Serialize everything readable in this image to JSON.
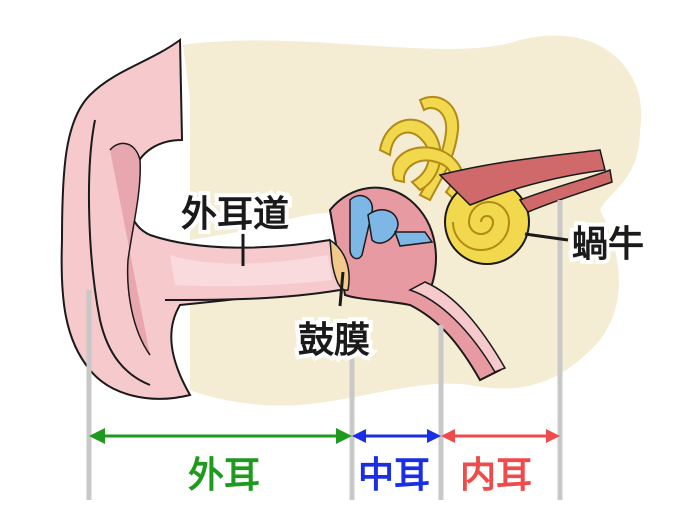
{
  "labels": {
    "ear_canal": "外耳道",
    "eardrum": "鼓膜",
    "cochlea": "蝸牛"
  },
  "regions": [
    {
      "label": "外耳",
      "color": "#1e9a1e"
    },
    {
      "label": "中耳",
      "color": "#1a2ee6"
    },
    {
      "label": "内耳",
      "color": "#ef4b4b"
    }
  ],
  "colors": {
    "skin": "#f6c9cc",
    "skin_dark": "#e79aa2",
    "bone": "#f4ecd3",
    "ossicle_blue": "#7cb7e6",
    "cochlea_yellow": "#f2d84d",
    "cochlea_line": "#b18a18",
    "nerve": "#d06a6a",
    "eardrum": "#f2c98a",
    "guide_line": "#c8c8c8"
  }
}
